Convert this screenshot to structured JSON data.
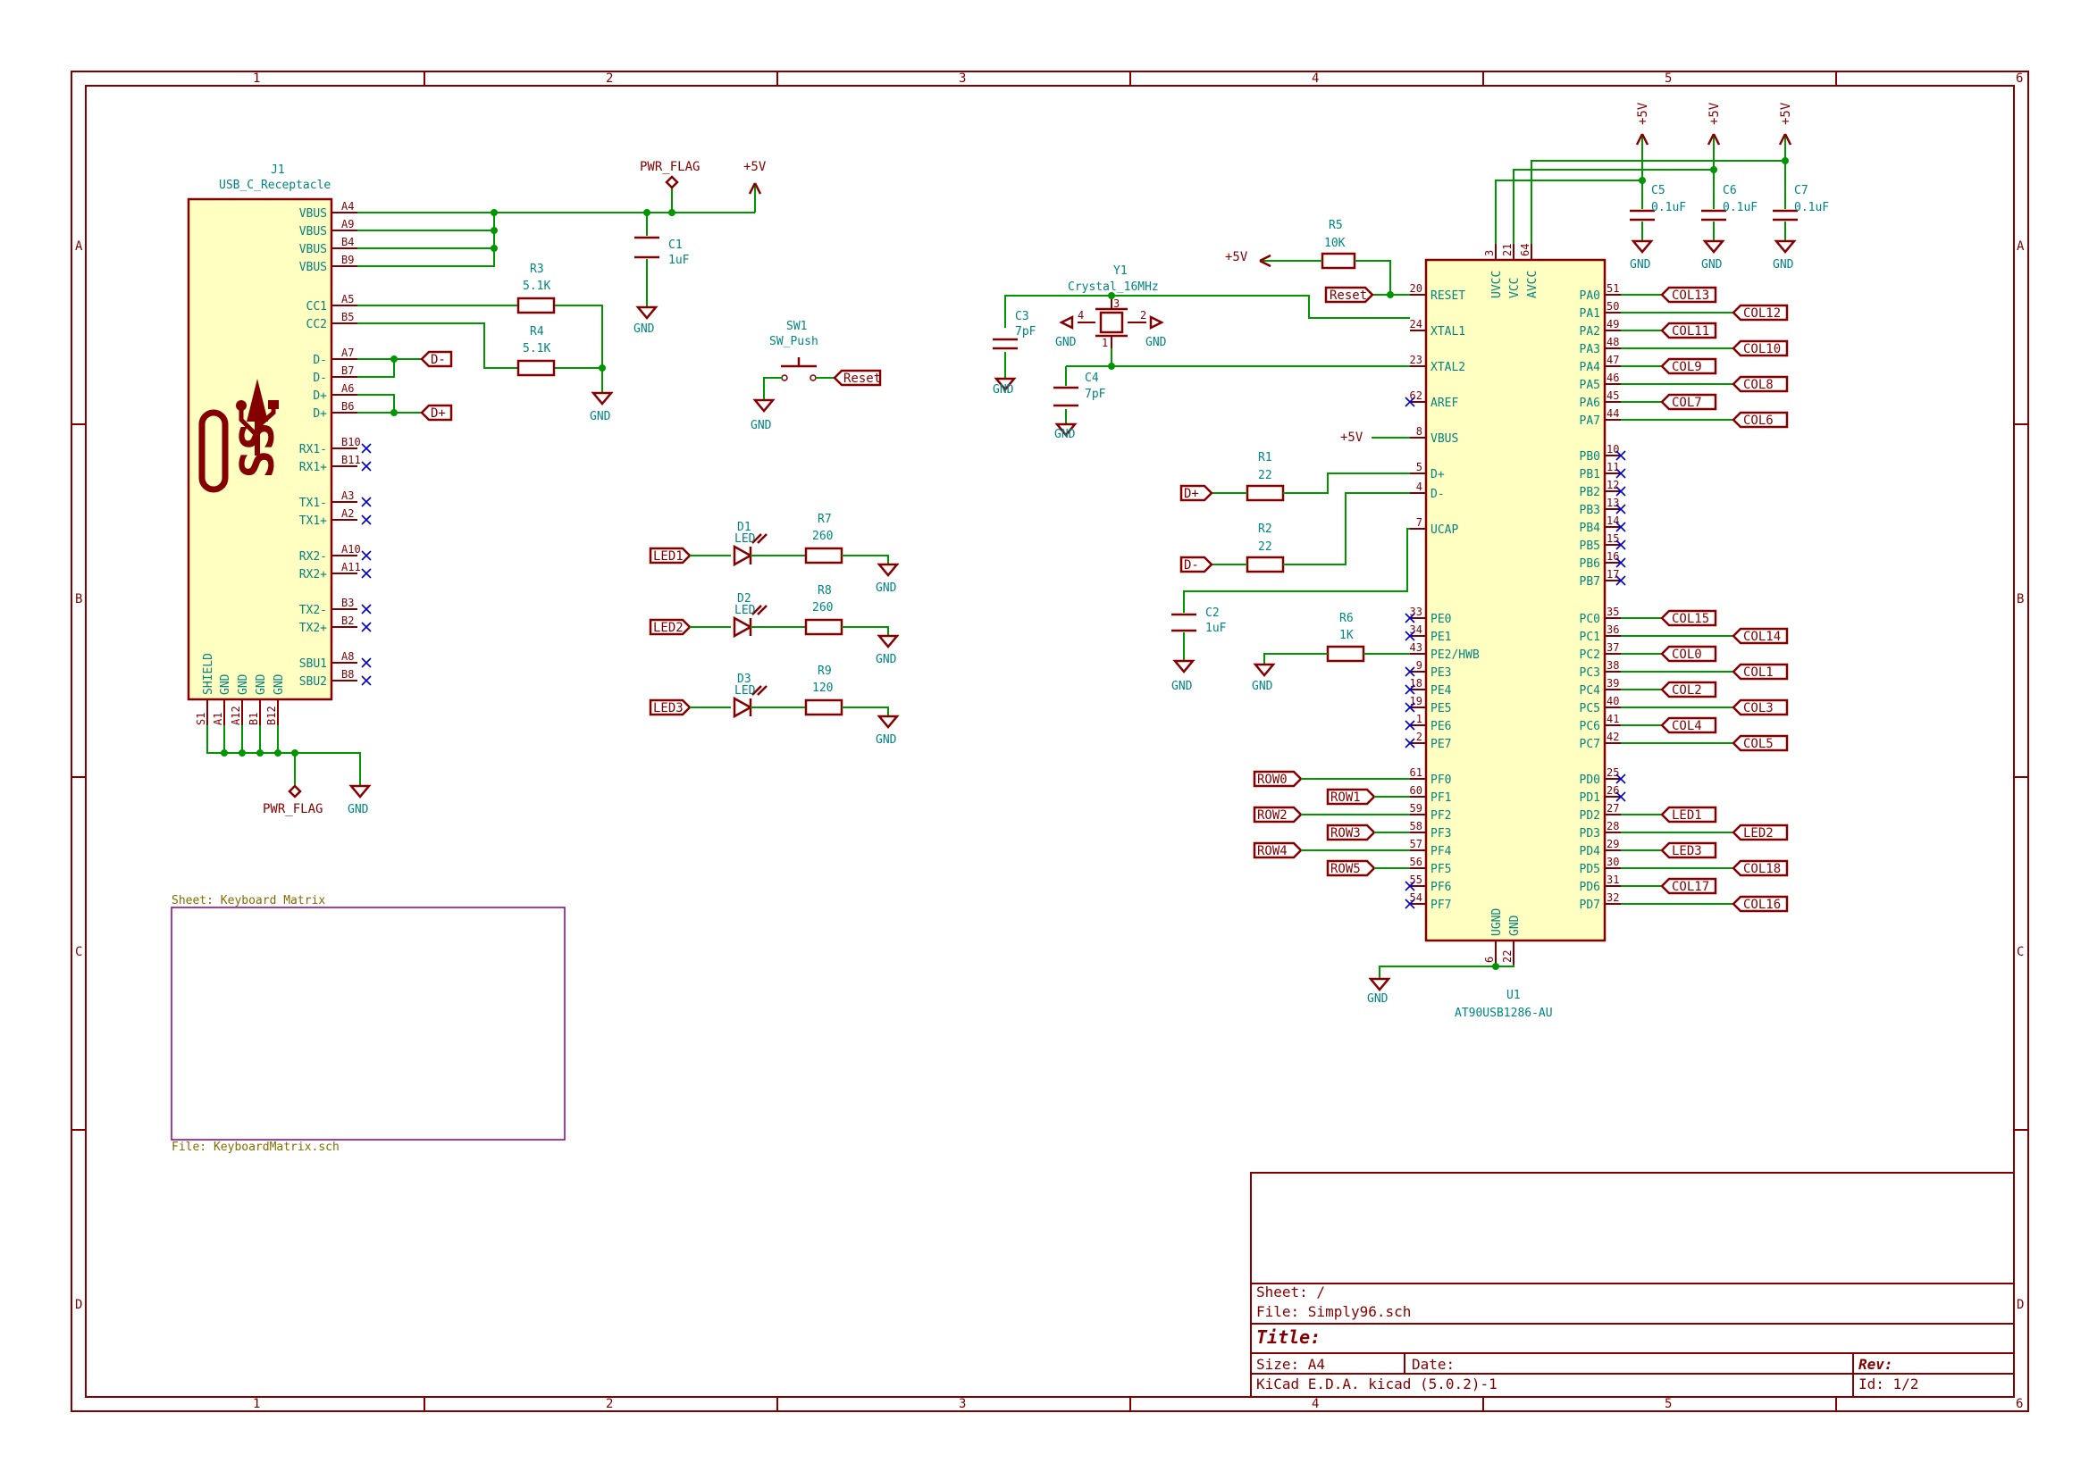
{
  "frame": {
    "columns": [
      "1",
      "2",
      "3",
      "4",
      "5",
      "6"
    ],
    "rows": [
      "A",
      "B",
      "C",
      "D"
    ]
  },
  "title_block": {
    "sheet": "Sheet: /",
    "file": "File: Simply96.sch",
    "title": "Title:",
    "size": "Size: A4",
    "date": "Date:",
    "rev": "Rev:",
    "tool": "KiCad E.D.A.  kicad (5.0.2)-1",
    "id": "Id: 1/2"
  },
  "hier_sheet": {
    "name": "Sheet: Keyboard Matrix",
    "file": "File: KeyboardMatrix.sch"
  },
  "j1": {
    "ref": "J1",
    "value": "USB_C_Receptacle",
    "pins_right": [
      {
        "name": "VBUS",
        "num": "A4"
      },
      {
        "name": "VBUS",
        "num": "A9"
      },
      {
        "name": "VBUS",
        "num": "B4"
      },
      {
        "name": "VBUS",
        "num": "B9"
      },
      {
        "name": "CC1",
        "num": "A5"
      },
      {
        "name": "CC2",
        "num": "B5"
      },
      {
        "name": "D-",
        "num": "A7"
      },
      {
        "name": "D-",
        "num": "B7"
      },
      {
        "name": "D+",
        "num": "A6"
      },
      {
        "name": "D+",
        "num": "B6"
      },
      {
        "name": "RX1-",
        "num": "B10"
      },
      {
        "name": "RX1+",
        "num": "B11"
      },
      {
        "name": "TX1-",
        "num": "A3"
      },
      {
        "name": "TX1+",
        "num": "A2"
      },
      {
        "name": "RX2-",
        "num": "A10"
      },
      {
        "name": "RX2+",
        "num": "A11"
      },
      {
        "name": "TX2-",
        "num": "B3"
      },
      {
        "name": "TX2+",
        "num": "B2"
      },
      {
        "name": "SBU1",
        "num": "A8"
      },
      {
        "name": "SBU2",
        "num": "B8"
      }
    ],
    "pins_bottom": [
      {
        "name": "SHIELD",
        "num": "S1"
      },
      {
        "name": "GND",
        "num": "A1"
      },
      {
        "name": "GND",
        "num": "A12"
      },
      {
        "name": "GND",
        "num": "B1"
      },
      {
        "name": "GND",
        "num": "B12"
      }
    ],
    "logo": "SS"
  },
  "u1": {
    "ref": "U1",
    "value": "AT90USB1286-AU",
    "left_pins": [
      {
        "name": "RESET",
        "num": "20"
      },
      {
        "name": "XTAL1",
        "num": "24"
      },
      {
        "name": "XTAL2",
        "num": "23"
      },
      {
        "name": "AREF",
        "num": "62"
      },
      {
        "name": "VBUS",
        "num": "8"
      },
      {
        "name": "D+",
        "num": "5"
      },
      {
        "name": "D-",
        "num": "4"
      },
      {
        "name": "UCAP",
        "num": "7"
      },
      {
        "name": "PE0",
        "num": "33"
      },
      {
        "name": "PE1",
        "num": "34"
      },
      {
        "name": "PE2/HWB",
        "num": "43"
      },
      {
        "name": "PE3",
        "num": "9"
      },
      {
        "name": "PE4",
        "num": "18"
      },
      {
        "name": "PE5",
        "num": "19"
      },
      {
        "name": "PE6",
        "num": "1"
      },
      {
        "name": "PE7",
        "num": "2"
      },
      {
        "name": "PF0",
        "num": "61"
      },
      {
        "name": "PF1",
        "num": "60"
      },
      {
        "name": "PF2",
        "num": "59"
      },
      {
        "name": "PF3",
        "num": "58"
      },
      {
        "name": "PF4",
        "num": "57"
      },
      {
        "name": "PF5",
        "num": "56"
      },
      {
        "name": "PF6",
        "num": "55"
      },
      {
        "name": "PF7",
        "num": "54"
      }
    ],
    "right_pins": [
      {
        "name": "PA0",
        "num": "51",
        "net": "COL13"
      },
      {
        "name": "PA1",
        "num": "50",
        "net": "COL12"
      },
      {
        "name": "PA2",
        "num": "49",
        "net": "COL11"
      },
      {
        "name": "PA3",
        "num": "48",
        "net": "COL10"
      },
      {
        "name": "PA4",
        "num": "47",
        "net": "COL9"
      },
      {
        "name": "PA5",
        "num": "46",
        "net": "COL8"
      },
      {
        "name": "PA6",
        "num": "45",
        "net": "COL7"
      },
      {
        "name": "PA7",
        "num": "44",
        "net": "COL6"
      },
      {
        "name": "PB0",
        "num": "10",
        "net": ""
      },
      {
        "name": "PB1",
        "num": "11",
        "net": ""
      },
      {
        "name": "PB2",
        "num": "12",
        "net": ""
      },
      {
        "name": "PB3",
        "num": "13",
        "net": ""
      },
      {
        "name": "PB4",
        "num": "14",
        "net": ""
      },
      {
        "name": "PB5",
        "num": "15",
        "net": ""
      },
      {
        "name": "PB6",
        "num": "16",
        "net": ""
      },
      {
        "name": "PB7",
        "num": "17",
        "net": ""
      },
      {
        "name": "PC0",
        "num": "35",
        "net": "COL15"
      },
      {
        "name": "PC1",
        "num": "36",
        "net": "COL14"
      },
      {
        "name": "PC2",
        "num": "37",
        "net": "COL0"
      },
      {
        "name": "PC3",
        "num": "38",
        "net": "COL1"
      },
      {
        "name": "PC4",
        "num": "39",
        "net": "COL2"
      },
      {
        "name": "PC5",
        "num": "40",
        "net": "COL3"
      },
      {
        "name": "PC6",
        "num": "41",
        "net": "COL4"
      },
      {
        "name": "PC7",
        "num": "42",
        "net": "COL5"
      },
      {
        "name": "PD0",
        "num": "25",
        "net": ""
      },
      {
        "name": "PD1",
        "num": "26",
        "net": ""
      },
      {
        "name": "PD2",
        "num": "27",
        "net": "LED1"
      },
      {
        "name": "PD3",
        "num": "28",
        "net": "LED2"
      },
      {
        "name": "PD4",
        "num": "29",
        "net": "LED3"
      },
      {
        "name": "PD5",
        "num": "30",
        "net": "COL18"
      },
      {
        "name": "PD6",
        "num": "31",
        "net": "COL17"
      },
      {
        "name": "PD7",
        "num": "32",
        "net": "COL16"
      }
    ],
    "top_pins": [
      {
        "name": "UVCC",
        "num": "3"
      },
      {
        "name": "VCC",
        "num": "21"
      },
      {
        "name": "AVCC",
        "num": "64"
      }
    ],
    "bottom_pins": [
      {
        "name": "UGND",
        "num": "6"
      },
      {
        "name": "GND",
        "num": "22"
      }
    ],
    "row_nets": [
      "ROW0",
      "ROW1",
      "ROW2",
      "ROW3",
      "ROW4",
      "ROW5"
    ]
  },
  "parts": {
    "c1": {
      "ref": "C1",
      "value": "1uF"
    },
    "c2": {
      "ref": "C2",
      "value": "1uF"
    },
    "c3": {
      "ref": "C3",
      "value": "7pF"
    },
    "c4": {
      "ref": "C4",
      "value": "7pF"
    },
    "c5": {
      "ref": "C5",
      "value": "0.1uF"
    },
    "c6": {
      "ref": "C6",
      "value": "0.1uF"
    },
    "c7": {
      "ref": "C7",
      "value": "0.1uF"
    },
    "r1": {
      "ref": "R1",
      "value": "22"
    },
    "r2": {
      "ref": "R2",
      "value": "22"
    },
    "r3": {
      "ref": "R3",
      "value": "5.1K"
    },
    "r4": {
      "ref": "R4",
      "value": "5.1K"
    },
    "r5": {
      "ref": "R5",
      "value": "10K"
    },
    "r6": {
      "ref": "R6",
      "value": "1K"
    },
    "r7": {
      "ref": "R7",
      "value": "260"
    },
    "r8": {
      "ref": "R8",
      "value": "260"
    },
    "r9": {
      "ref": "R9",
      "value": "120"
    },
    "d1": {
      "ref": "D1",
      "value": "LED"
    },
    "d2": {
      "ref": "D2",
      "value": "LED"
    },
    "d3": {
      "ref": "D3",
      "value": "LED"
    },
    "sw1": {
      "ref": "SW1",
      "value": "SW_Push"
    },
    "y1": {
      "ref": "Y1",
      "value": "Crystal_16MHz",
      "pin4": "4",
      "pin2": "2",
      "pin1": "1",
      "pin3": "3"
    }
  },
  "power": {
    "v5": "+5V",
    "gnd": "GND",
    "pwr_flag": "PWR_FLAG"
  },
  "nets": {
    "dminus": "D-",
    "dplus": "D+",
    "reset": "Reset",
    "led1": "LED1",
    "led2": "LED2",
    "led3": "LED3"
  }
}
